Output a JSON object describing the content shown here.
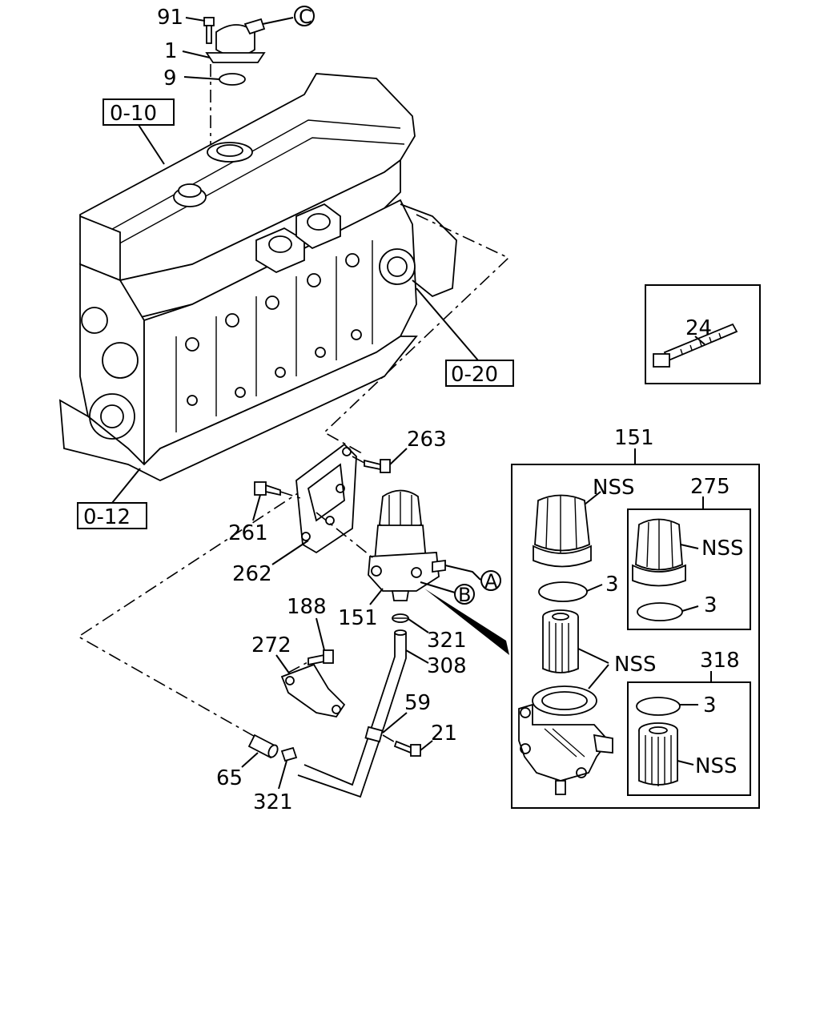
{
  "labels": {
    "p91": "91",
    "p1": "1",
    "p9": "9",
    "pC": "C",
    "ref010": "0-10",
    "ref020": "0-20",
    "ref012": "0-12",
    "p24": "24",
    "p263": "263",
    "p261": "261",
    "p262": "262",
    "p151a": "151",
    "p151b": "151",
    "pA": "A",
    "pB": "B",
    "p188": "188",
    "p272": "272",
    "p321a": "321",
    "p308": "308",
    "p59": "59",
    "p21": "21",
    "p65": "65",
    "p321b": "321",
    "nss1": "NSS",
    "p3a": "3",
    "nss2": "NSS",
    "p275": "275",
    "nss3": "NSS",
    "p3b": "3",
    "p318": "318",
    "p3c": "3",
    "nss4": "NSS"
  }
}
